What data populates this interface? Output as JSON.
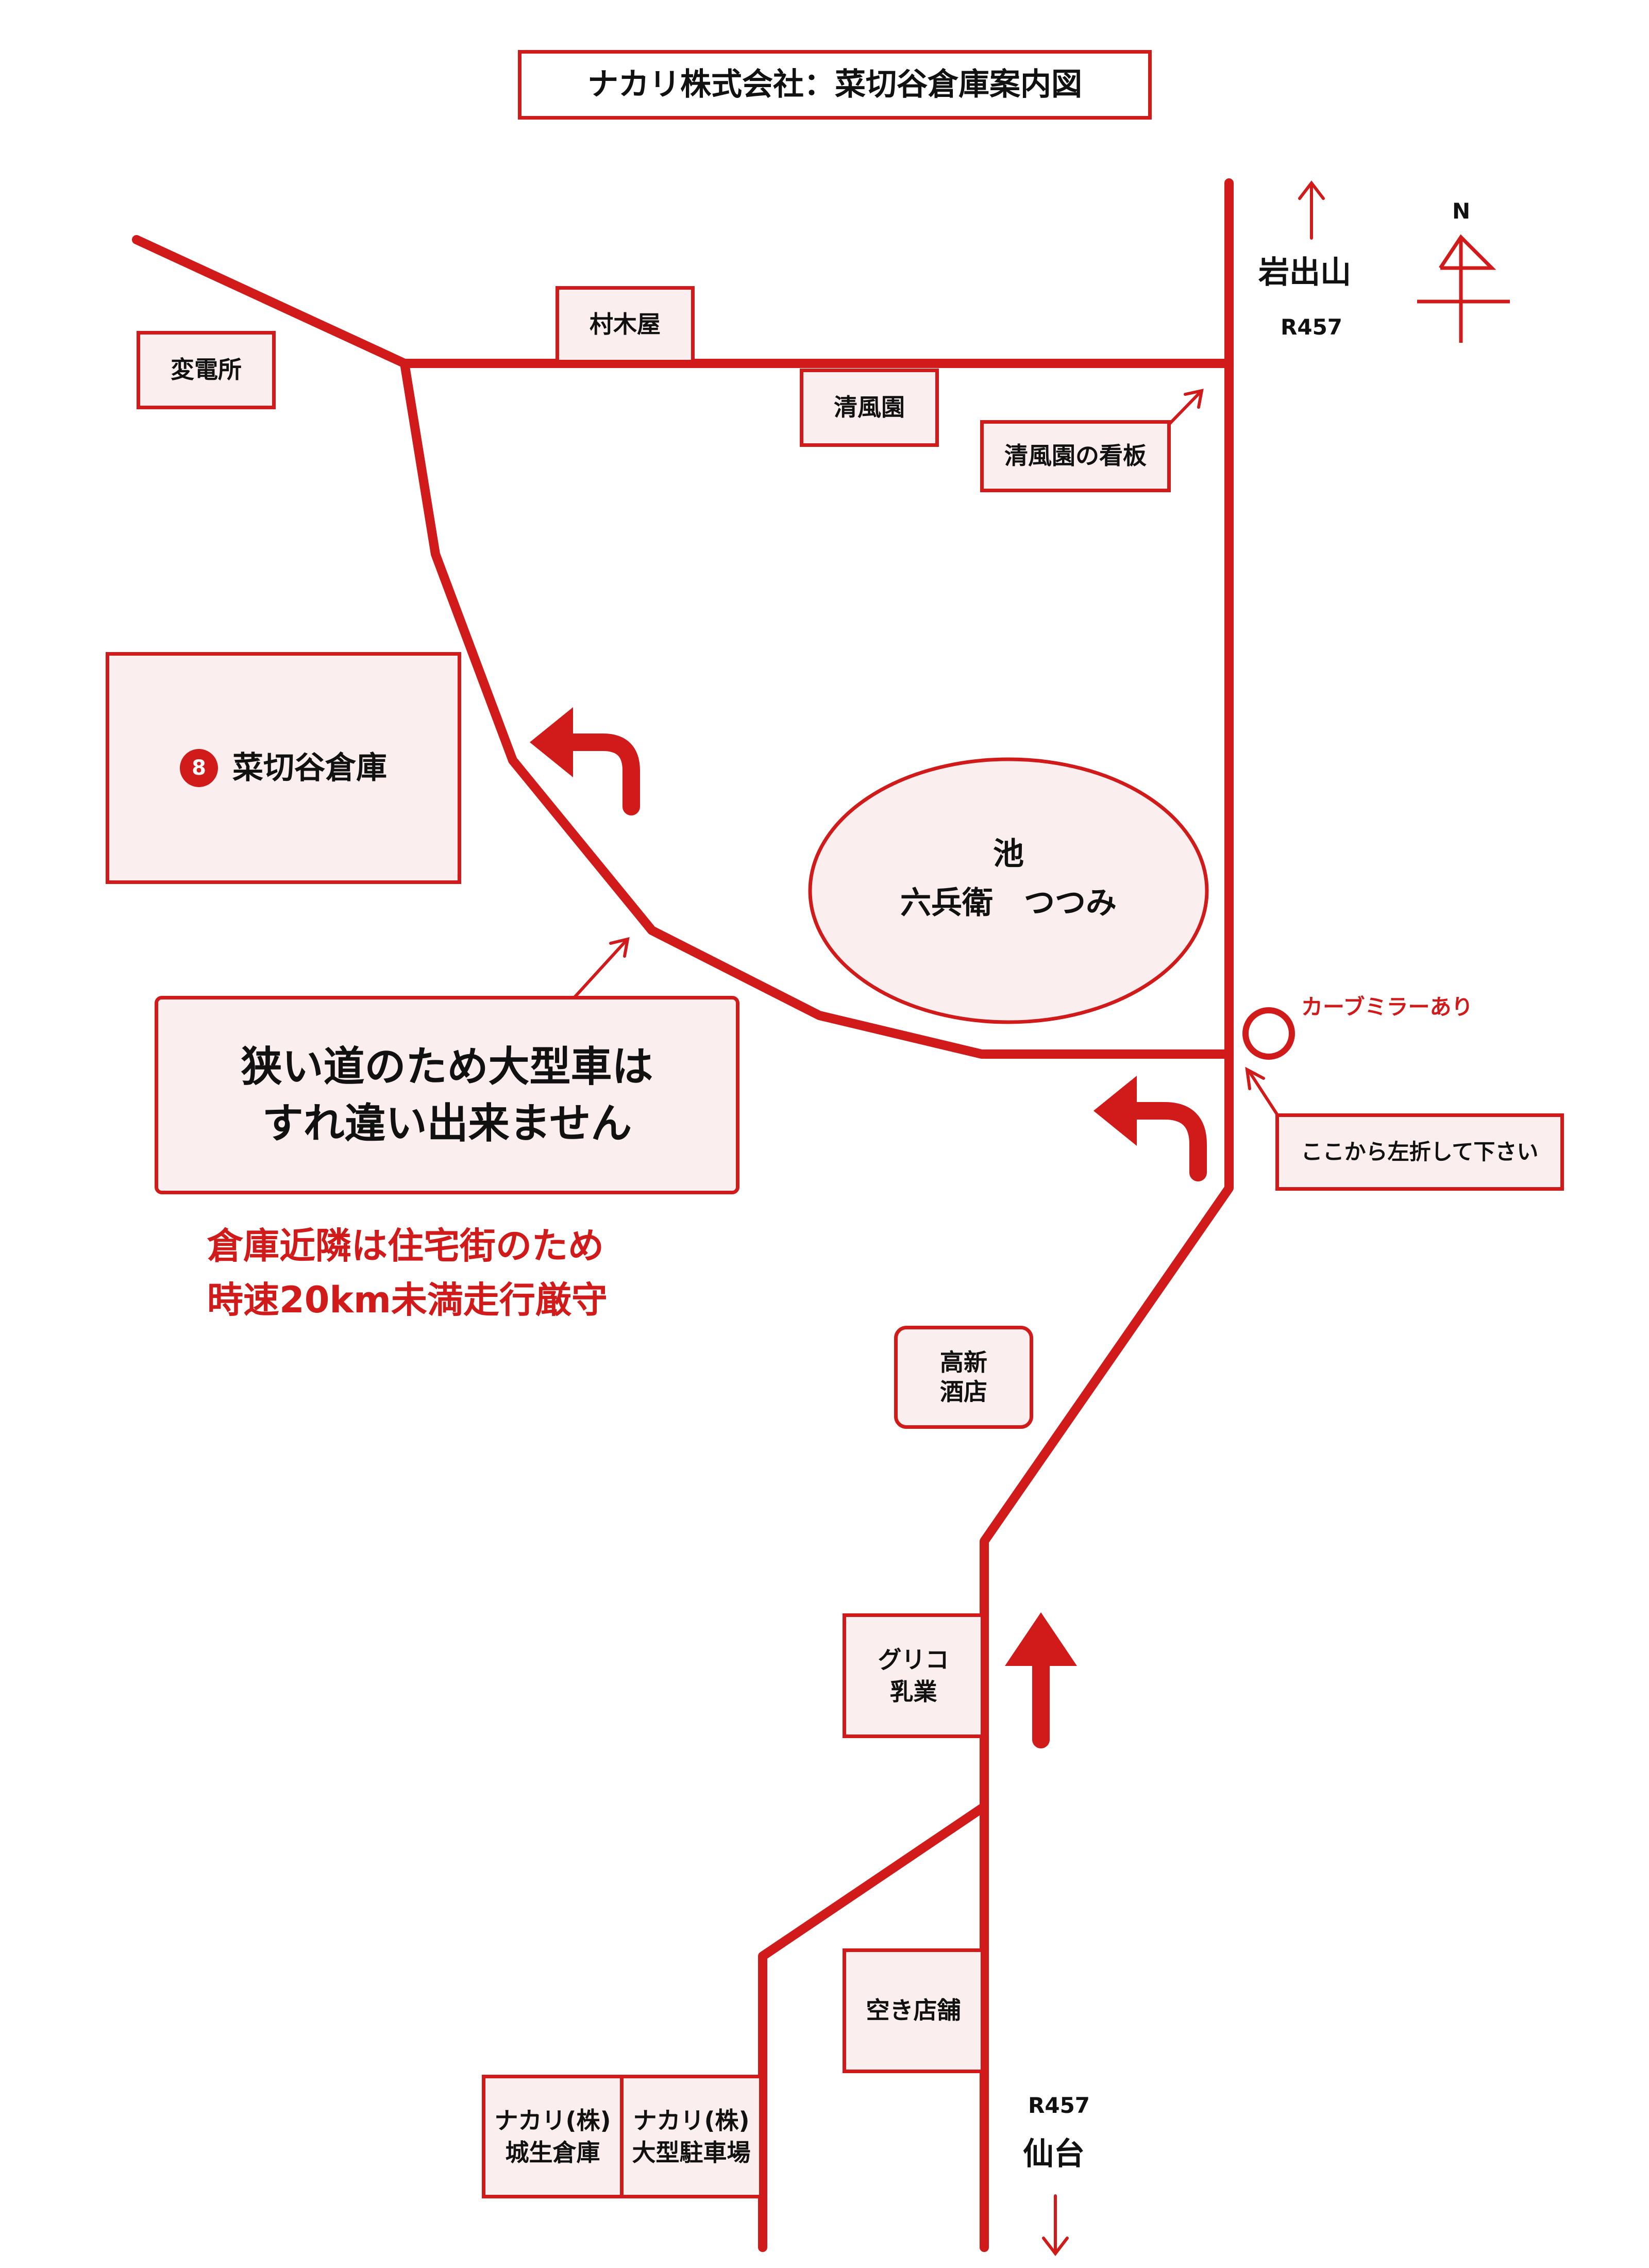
{
  "title": "ナカリ株式会社：菜切谷倉庫案内図",
  "compass": {
    "label": "N"
  },
  "north": {
    "place": "岩出山",
    "route": "R457"
  },
  "south": {
    "place": "仙台",
    "route": "R457"
  },
  "landmarks": {
    "substation": "変電所",
    "muragiya": "村木屋",
    "seifuen": "清風園",
    "seifuen_sign": "清風園の看板",
    "pond_line1": "池",
    "pond_line2": "六兵衛　つつみ",
    "takashin_line1": "高新",
    "takashin_line2": "酒店",
    "glico_line1": "グリコ",
    "glico_line2": "乳業",
    "vacant_store": "空き店舗",
    "jonan_line1": "ナカリ(株)",
    "jonan_line2": "城生倉庫",
    "parking_line1": "ナカリ(株)",
    "parking_line2": "大型駐車場"
  },
  "warehouse": {
    "number": "8",
    "name": "菜切谷倉庫"
  },
  "curve_mirror": "カーブミラーあり",
  "turn_instruction": "ここから左折して下さい",
  "warning": {
    "line1": "狭い道のため大型車は",
    "line2": "すれ違い出来ません"
  },
  "speed_notice": {
    "line1": "倉庫近隣は住宅街のため",
    "line2": "時速20km未満走行厳守"
  },
  "colors": {
    "road": "#d11a1a",
    "box_fill": "#fbeeee",
    "text": "#111111"
  }
}
